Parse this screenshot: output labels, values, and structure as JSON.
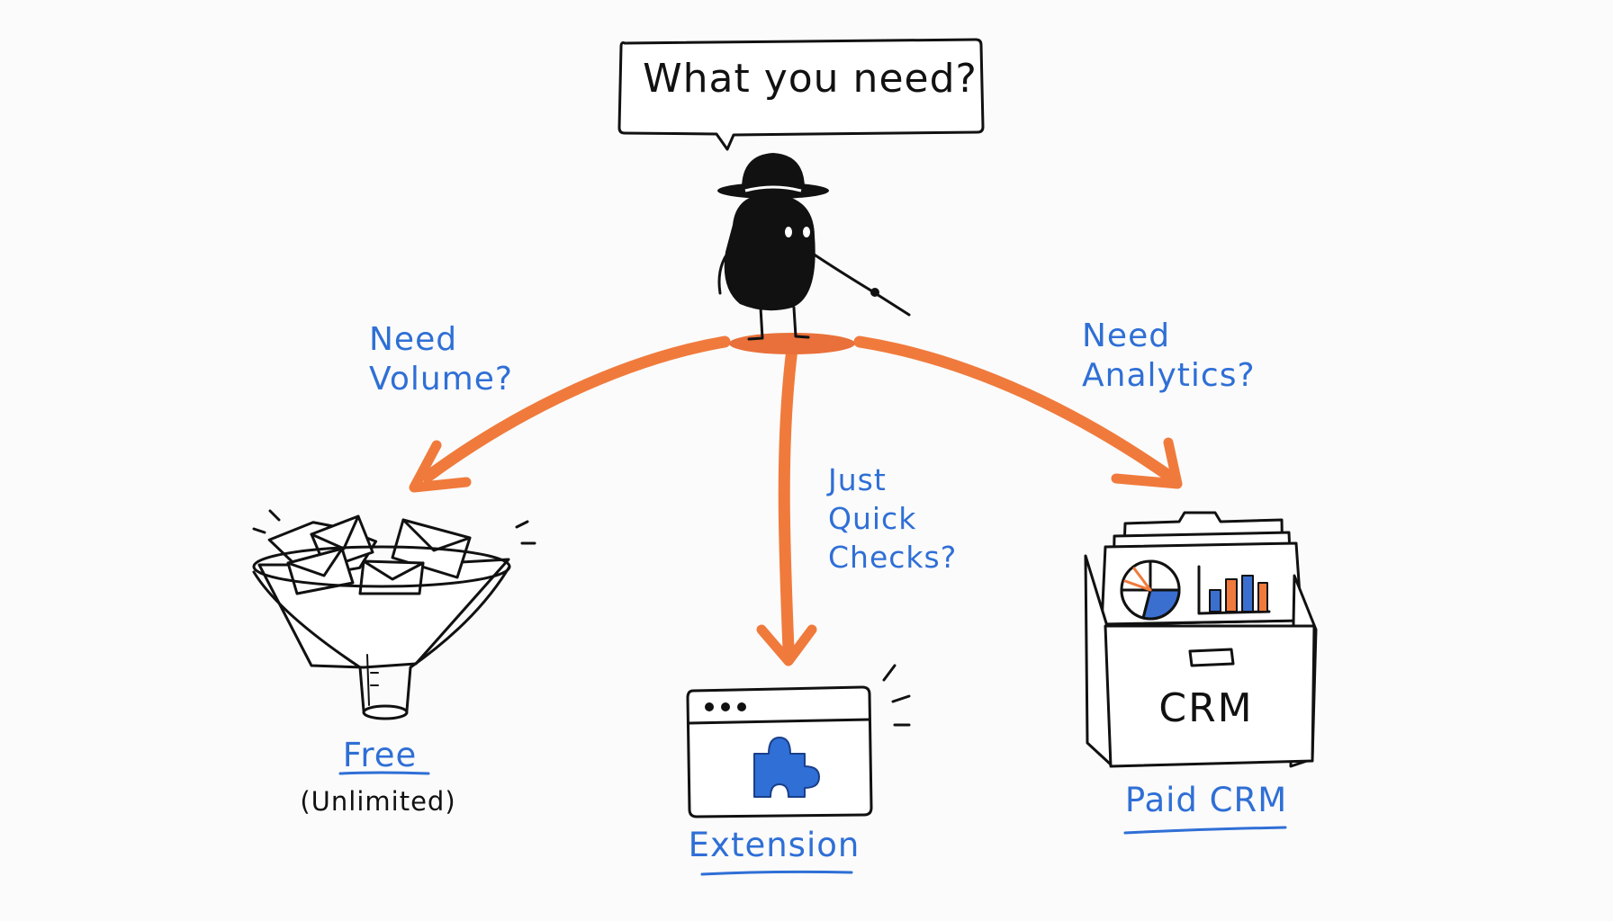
{
  "speech_bubble": {
    "text": "What you need?"
  },
  "questions": {
    "volume": [
      "Need",
      "Volume?"
    ],
    "quick_checks": [
      "Just",
      "Quick",
      "Checks?"
    ],
    "analytics": [
      "Need",
      "Analytics?"
    ]
  },
  "options": {
    "free": {
      "label": "Free",
      "sublabel": "(Unlimited)"
    },
    "extension": {
      "label": "Extension"
    },
    "paid_crm": {
      "label": "Paid CRM",
      "box_text": "CRM"
    }
  },
  "icons": {
    "character": "bowler-hat-character-icon",
    "funnel": "email-funnel-icon",
    "extension": "browser-puzzle-icon",
    "crm": "file-box-icon"
  },
  "colors": {
    "arrow": "#f07a3c",
    "question_text": "#2f6fd6",
    "ink": "#111111",
    "puzzle": "#2f6fd6",
    "bar_blue": "#3a6fd0",
    "bar_orange": "#f07a3c"
  }
}
